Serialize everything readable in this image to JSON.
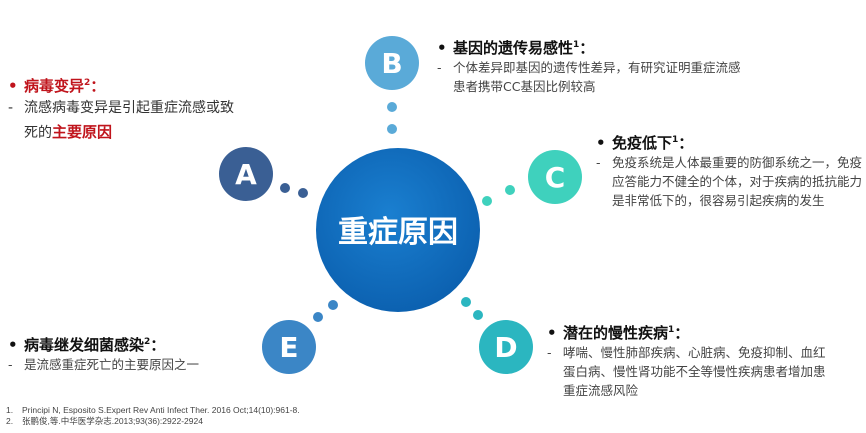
{
  "center": {
    "label": "重症原因",
    "color": "#0f6bbd"
  },
  "nodes": [
    {
      "letter": "A",
      "color": "#3a5f94"
    },
    {
      "letter": "B",
      "color": "#5aaad8"
    },
    {
      "letter": "C",
      "color": "#3fd1bd"
    },
    {
      "letter": "D",
      "color": "#2bb6c0"
    },
    {
      "letter": "E",
      "color": "#3b86c6"
    }
  ],
  "items": {
    "a": {
      "title": "病毒变异",
      "sup": "2",
      "colon": "：",
      "desc_pre": "流感病毒变异是引起重症流感或致死的",
      "desc_em": "主要原因"
    },
    "b": {
      "title": "基因的遗传易感性",
      "sup": "1",
      "colon": "：",
      "desc": "个体差异即基因的遗传性差异，有研究证明重症流感患者携带CC基因比例较高"
    },
    "c": {
      "title": "免疫低下",
      "sup": "1",
      "colon": "：",
      "desc": "免疫系统是人体最重要的防御系统之一，免疫应答能力不健全的个体，对于疾病的抵抗能力是非常低下的，很容易引起疾病的发生"
    },
    "d": {
      "title": "潜在的慢性疾病",
      "sup": "1",
      "colon": "：",
      "desc": "哮喘、慢性肺部疾病、心脏病、免疫抑制、血红蛋白病、慢性肾功能不全等慢性疾病患者增加患重症流感风险"
    },
    "e": {
      "title": "病毒继发细菌感染",
      "sup": "2",
      "colon": "：",
      "desc": "是流感重症死亡的主要原因之一"
    }
  },
  "bullet": "•",
  "dash": "-",
  "references": [
    {
      "n": "1.",
      "text": "Principi N, Esposito S.Expert Rev Anti Infect Ther. 2016 Oct;14(10):961-8."
    },
    {
      "n": "2.",
      "text": "张鹏俊,等.中华医学杂志.2013;93(36):2922-2924"
    }
  ]
}
